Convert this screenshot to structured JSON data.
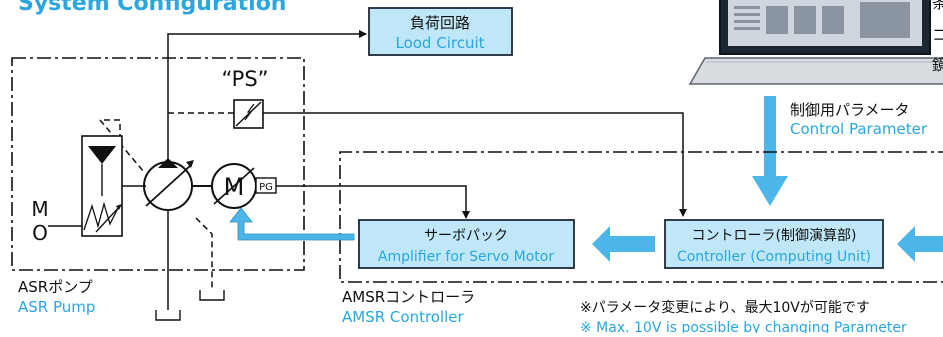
{
  "title": "System Configuration",
  "load_circuit": {
    "ja": "負荷回路",
    "en": "Lood Circuit"
  },
  "ps_label": "“PS”",
  "motor_letter": "M",
  "pg_label": "PG",
  "mo_label": {
    "m": "M",
    "o": "O"
  },
  "asr_pump": {
    "ja": "ASRポンプ",
    "en": "ASR Pump"
  },
  "amsr_controller": {
    "ja": "AMSRコントローラ",
    "en": "AMSR Controller"
  },
  "servo_amp": {
    "ja": "サーボパック",
    "en": "Amplifier for Servo Motor"
  },
  "controller": {
    "ja": "コントローラ(制御演算部)",
    "en": "Controller (Computing Unit)"
  },
  "control_parameter": {
    "ja": "制御用パラメータ",
    "en": "Control Parameter"
  },
  "right_edge_text": [
    "条",
    "コ",
    "鏡"
  ],
  "note": {
    "ja": "※パラメータ変更により、最大10Vが可能です",
    "en": "※ Max. 10V is possible by changing Parameter"
  },
  "colors": {
    "accent": "#2aa6e0",
    "box_fill": "#bfe7f7",
    "box_border": "#1c2a36",
    "arrow": "#4db6e8",
    "line": "#111111"
  }
}
